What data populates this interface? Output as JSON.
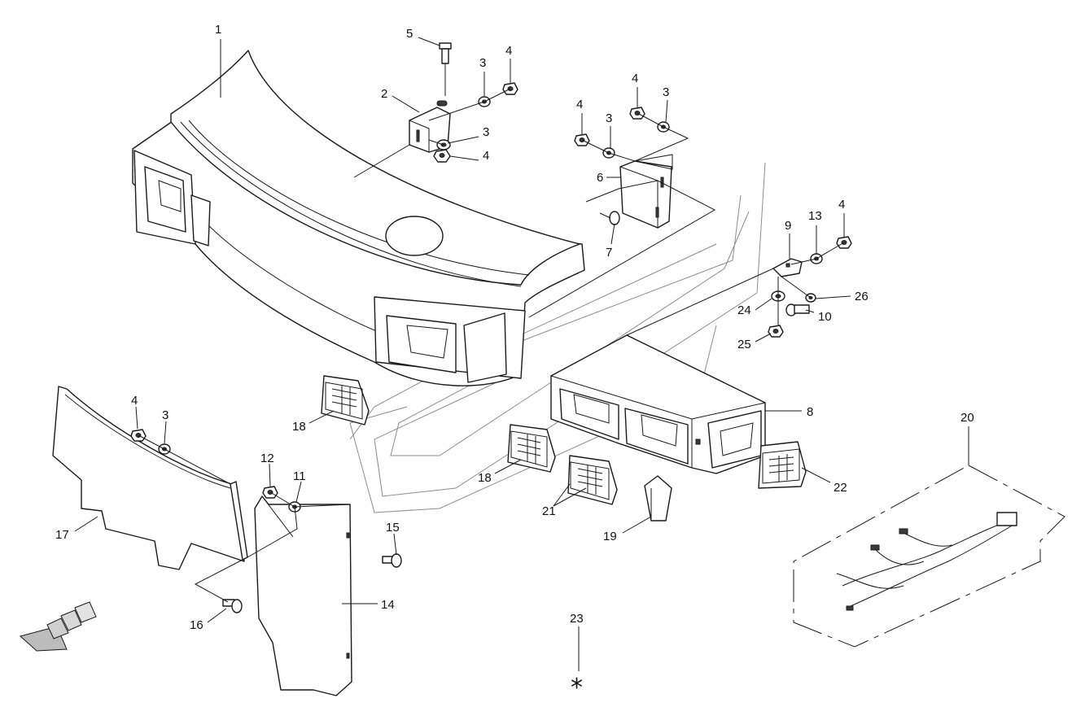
{
  "diagram": {
    "callouts": {
      "c1": "1",
      "c2": "2",
      "c3a": "3",
      "c3b": "3",
      "c3c": "3",
      "c3d": "3",
      "c3e": "3",
      "c4a": "4",
      "c4b": "4",
      "c4c": "4",
      "c4d": "4",
      "c4e": "4",
      "c4f": "4",
      "c5": "5",
      "c6": "6",
      "c7": "7",
      "c8": "8",
      "c9": "9",
      "c10": "10",
      "c11": "11",
      "c12": "12",
      "c13": "13",
      "c14": "14",
      "c15": "15",
      "c16": "16",
      "c17": "17",
      "c18a": "18",
      "c18b": "18",
      "c19": "19",
      "c20": "20",
      "c21": "21",
      "c22": "22",
      "c23": "23",
      "c24": "24",
      "c25": "25",
      "c26": "26"
    },
    "asterisk": "*",
    "colors": {
      "line": "#1a1a1a",
      "background": "#ffffff",
      "watermark": "#8c8c8c"
    }
  }
}
